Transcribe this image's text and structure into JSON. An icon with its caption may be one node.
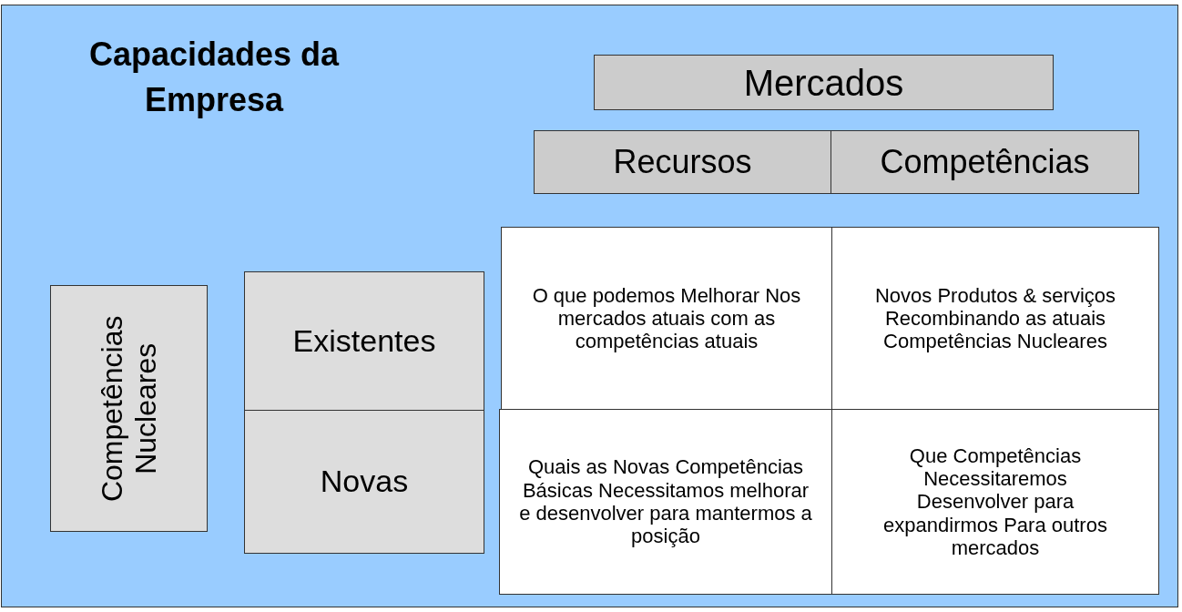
{
  "diagram": {
    "title": "Capacidades da Empresa",
    "nodes": [
      {
        "text": [
          "Mercados"
        ]
      },
      {
        "text": [
          "Recursos"
        ]
      },
      {
        "text": [
          "Competências"
        ]
      },
      {
        "text": [
          "Competências Nucleares"
        ]
      },
      {
        "text": [
          "Existentes"
        ]
      },
      {
        "text": [
          "O que podemos Melhorar Nos mercados atuais com as competências atuais"
        ]
      },
      {
        "text": [
          "Novos Produtos & serviços Recombinando as atuais Competências Nucleares"
        ]
      },
      {
        "text": [
          "Novas"
        ]
      },
      {
        "text": [
          "Quais as Novas Competências Básicas Necessitamos melhorar e desenvolver para mantermos a posição"
        ]
      },
      {
        "text": [
          "Que Competências Necessitaremos Desenvolver para expandirmos Para outros mercados"
        ]
      }
    ],
    "edges": []
  }
}
